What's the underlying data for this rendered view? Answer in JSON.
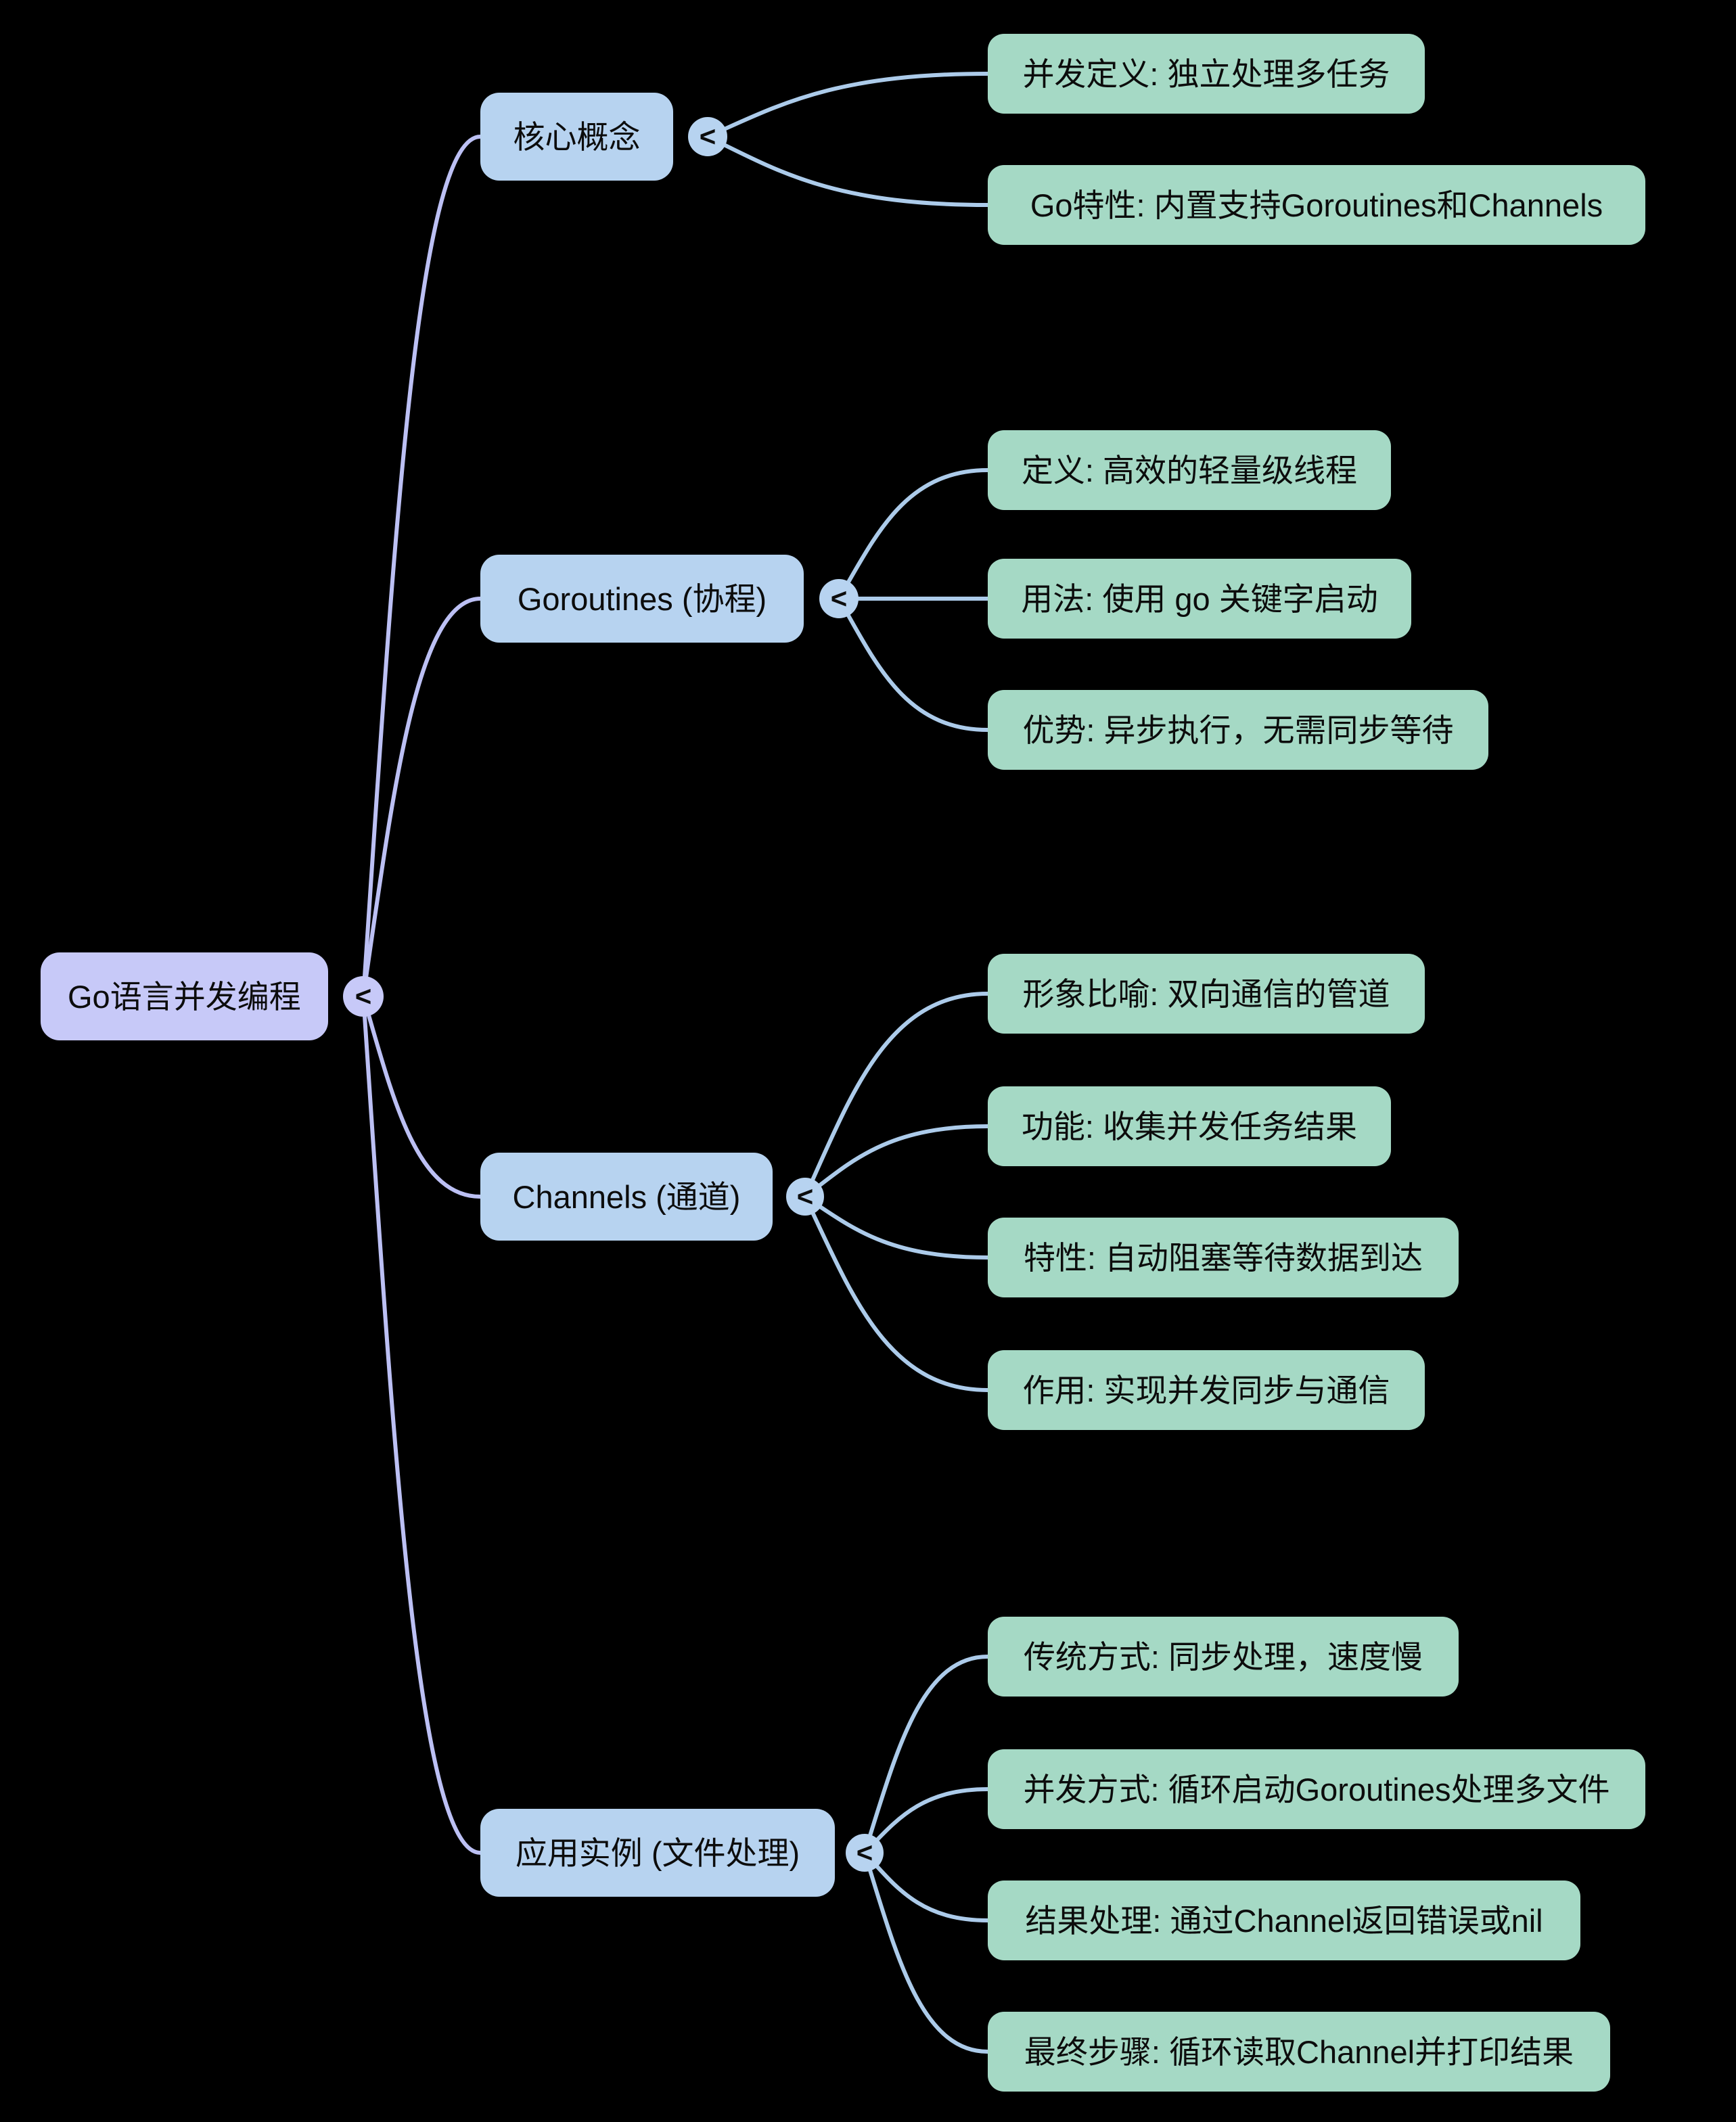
{
  "palette": {
    "background": "#000000",
    "root_fill": "#c7c9f8",
    "branch_fill": "#b7d3f0",
    "leaf_fill": "#a5d9c5",
    "root_link": "#bcc0f4",
    "branch_link": "#accbea",
    "text": "#0c0c0c"
  },
  "ui": {
    "collapse_glyph": "<"
  },
  "mindmap": {
    "root": {
      "label": "Go语言并发编程"
    },
    "branches": [
      {
        "label": "核心概念",
        "children": [
          "并发定义: 独立处理多任务",
          "Go特性: 内置支持Goroutines和Channels"
        ]
      },
      {
        "label": "Goroutines (协程)",
        "children": [
          "定义: 高效的轻量级线程",
          "用法: 使用 go 关键字启动",
          "优势: 异步执行，无需同步等待"
        ]
      },
      {
        "label": "Channels (通道)",
        "children": [
          "形象比喻: 双向通信的管道",
          "功能: 收集并发任务结果",
          "特性: 自动阻塞等待数据到达",
          "作用: 实现并发同步与通信"
        ]
      },
      {
        "label": "应用实例 (文件处理)",
        "children": [
          "传统方式: 同步处理，速度慢",
          "并发方式: 循环启动Goroutines处理多文件",
          "结果处理: 通过Channel返回错误或nil",
          "最终步骤: 循环读取Channel并打印结果"
        ]
      }
    ]
  }
}
